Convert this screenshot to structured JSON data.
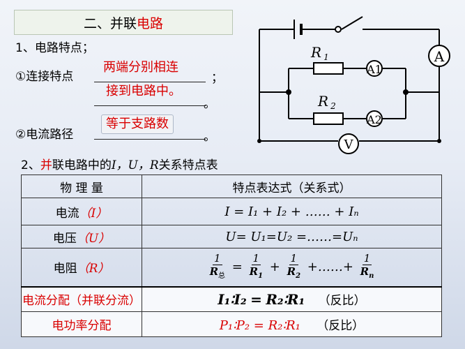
{
  "title": {
    "part1": "二、并联",
    "part2": "电路"
  },
  "section1": {
    "heading": "1、电路特点；"
  },
  "feature1": {
    "label": "①连接特点",
    "answer1": "两端分别相连",
    "after1": "；",
    "answer2": "接到电路中。",
    "after2": "。"
  },
  "feature2": {
    "label": "②电流路径",
    "answer": "等于支路数",
    "after": "。"
  },
  "section2": {
    "prefix": "2、",
    "red": "并",
    "rest": "联电路中的",
    "vars": "I，U，R",
    "suffix": "关系特点表"
  },
  "circuit": {
    "r1": "R",
    "r1_sub": "1",
    "r2": "R",
    "r2_sub": "2",
    "meter_a": "A",
    "meter_a1": "A1",
    "meter_a2": "A2",
    "meter_v": "V"
  },
  "table": {
    "header": {
      "col1": "物 理 量",
      "col2": "特点表达式（关系式）"
    },
    "current": {
      "label": "电流",
      "sym": "（I）",
      "expr": "I = I₁ + I₂ + …… + Iₙ"
    },
    "voltage": {
      "label": "电压",
      "sym": "（U）",
      "expr": "U= U₁=U₂ =……=Uₙ"
    },
    "resistance": {
      "label": "电阻",
      "sym": "（R）",
      "r_total": "R",
      "r_total_sub": "总",
      "one": "1",
      "r1": "R",
      "r1_sub": "1",
      "r2": "R",
      "r2_sub": "2",
      "rn": "R",
      "rn_sub": "n",
      "eq": "=",
      "plus": "+",
      "plus_dots": "+……+"
    },
    "current_split": {
      "label": "电流分配（并联分流）",
      "expr_left": "I₁∶I₂",
      "eq": "=",
      "expr_right": "R₂∶R₁",
      "note": "（反比）"
    },
    "power_split": {
      "label": "电功率分配",
      "expr": "P₁∶P₂ = R₂∶R₁",
      "note": "（反比）"
    }
  },
  "colors": {
    "accent_red": "#d90000",
    "title_bg": "#eef3ec"
  }
}
